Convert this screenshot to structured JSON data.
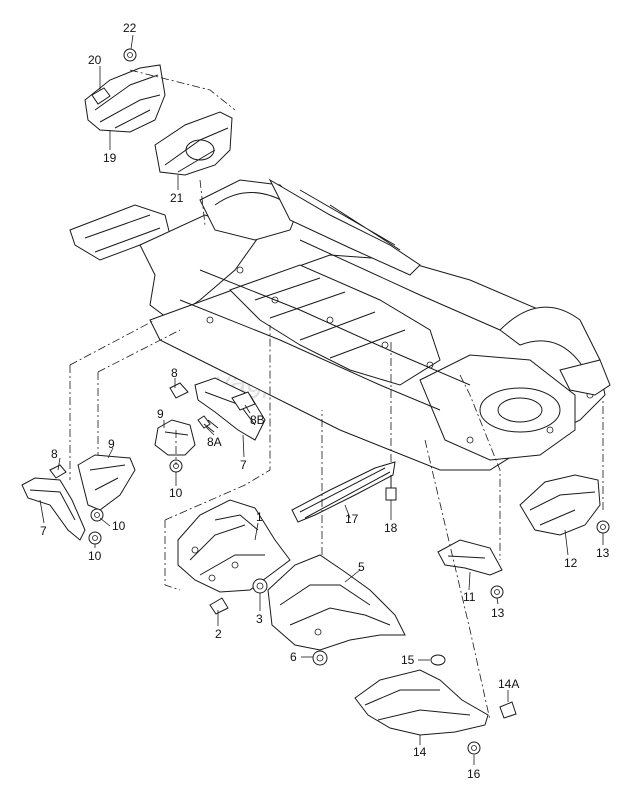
{
  "watermark": "vagparts",
  "labels": {
    "l1": "1",
    "l2": "2",
    "l3": "3",
    "l5": "5",
    "l6": "6",
    "l7a": "7",
    "l7b": "7",
    "l8a": "8",
    "l8b": "8",
    "l8A": "8A",
    "l8B": "8B",
    "l9a": "9",
    "l9b": "9",
    "l10a": "10",
    "l10b": "10",
    "l10c": "10",
    "l11": "11",
    "l12": "12",
    "l13a": "13",
    "l13b": "13",
    "l14": "14",
    "l14A": "14A",
    "l15": "15",
    "l16": "16",
    "l17": "17",
    "l18": "18",
    "l19": "19",
    "l20": "20",
    "l21": "21",
    "l22": "22"
  }
}
